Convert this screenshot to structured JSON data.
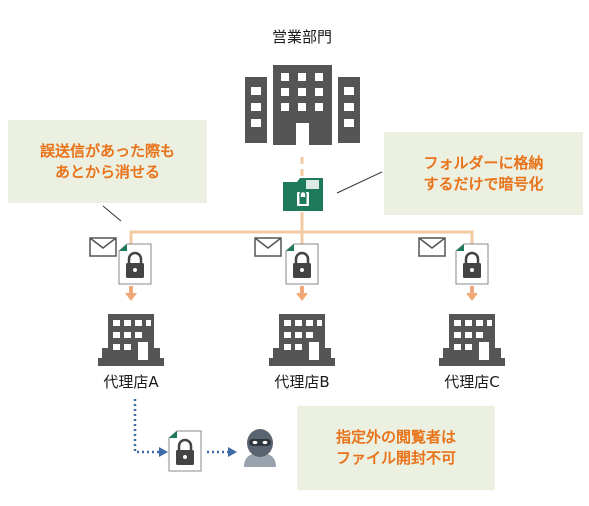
{
  "hq": {
    "title": "営業部門"
  },
  "agencies": [
    {
      "name": "代理店A"
    },
    {
      "name": "代理店B"
    },
    {
      "name": "代理店C"
    }
  ],
  "callouts": {
    "recall": {
      "line1": "誤送信があった際も",
      "line2": "あとから消せる"
    },
    "folder": {
      "line1": "フォルダーに格納",
      "line2": "するだけで暗号化"
    },
    "unauthorized": {
      "line1": "指定外の閲覧者は",
      "line2": "ファイル開封不可"
    }
  },
  "colors": {
    "recall_text": "#E8731A",
    "folder_text": "#E8731A",
    "unauthorized_text": "#E8731A",
    "callout_bg": "#ECF0E1",
    "building": "#555555",
    "connector": "#F3C9A2",
    "arrow": "#F0A878",
    "folder": "#1E7A5A",
    "leak_path": "#3D6BA6"
  },
  "icons": {
    "hq_building": "office-building-icon",
    "folder": "locked-folder-icon",
    "mail": "envelope-icon",
    "locked_file": "locked-file-icon",
    "agency_building": "store-building-icon",
    "intruder": "masked-intruder-icon"
  }
}
